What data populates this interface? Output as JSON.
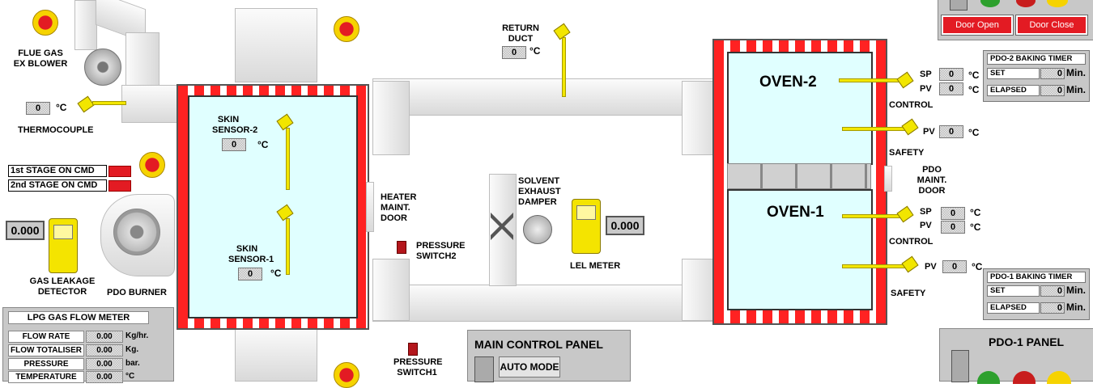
{
  "labels": {
    "flue_gas_blower": [
      "FLUE GAS",
      "EX BLOWER"
    ],
    "thermocouple": "THERMOCOUPLE",
    "skin_sensor_2": [
      "SKIN",
      "SENSOR-2"
    ],
    "skin_sensor_1": [
      "SKIN",
      "SENSOR-1"
    ],
    "return_duct": [
      "RETURN",
      "DUCT"
    ],
    "heater_maint_door": [
      "HEATER",
      "MAINT.",
      "DOOR"
    ],
    "pressure_switch2": [
      "PRESSURE",
      "SWITCH2"
    ],
    "pressure_switch1": [
      "PRESSURE",
      "SWITCH1"
    ],
    "solvent_exhaust_damper": [
      "SOLVENT",
      "EXHAUST",
      "DAMPER"
    ],
    "lel_meter": "LEL METER",
    "gas_leakage_detector": [
      "GAS LEAKAGE",
      "DETECTOR"
    ],
    "pdo_burner": "PDO BURNER",
    "oven_2": "OVEN-2",
    "oven_1": "OVEN-1",
    "pdo_maint_door": [
      "PDO",
      "MAINT.",
      "DOOR"
    ],
    "control": "CONTROL",
    "safety": "SAFETY",
    "sp": "SP",
    "pv": "PV",
    "deg_c": "°C",
    "stage1_cmd": "1st STAGE ON CMD",
    "stage2_cmd": "2nd STAGE ON CMD"
  },
  "values": {
    "thermocouple": "0",
    "skin_sensor_2": "0",
    "skin_sensor_1": "0",
    "return_duct": "0",
    "gas_leakage": "0.000",
    "lel_meter": "0.000",
    "oven2_sp": "0",
    "oven2_pv": "0",
    "oven2_safety_pv": "0",
    "oven1_sp": "0",
    "oven1_pv": "0",
    "oven1_safety_pv": "0"
  },
  "door_buttons": {
    "open": "Door Open",
    "close": "Door Close"
  },
  "timers": {
    "pdo2": {
      "title": "PDO-2 BAKING TIMER",
      "set_label": "SET",
      "set_value": "0",
      "elapsed_label": "ELAPSED",
      "elapsed_value": "0",
      "unit": "Min."
    },
    "pdo1": {
      "title": "PDO-1 BAKING TIMER",
      "set_label": "SET",
      "set_value": "0",
      "elapsed_label": "ELAPSED",
      "elapsed_value": "0",
      "unit": "Min."
    }
  },
  "flow_meter": {
    "title": "LPG GAS FLOW METER",
    "rows": [
      {
        "label": "FLOW RATE",
        "value": "0.00",
        "unit": "Kg/hr."
      },
      {
        "label": "FLOW TOTALISER",
        "value": "0.00",
        "unit": "Kg."
      },
      {
        "label": "PRESSURE",
        "value": "0.00",
        "unit": "bar."
      },
      {
        "label": "TEMPERATURE",
        "value": "0.00",
        "unit": "°C"
      }
    ]
  },
  "main_panel": {
    "title": "MAIN CONTROL PANEL",
    "auto_mode": "AUTO MODE"
  },
  "pdo1_panel": {
    "title": "PDO-1 PANEL"
  },
  "colors": {
    "alarm_red": "#e31b23",
    "probe_yellow": "#f2e600",
    "oven_fill": "#e0ffff",
    "panel_gray": "#c8c8c8"
  }
}
